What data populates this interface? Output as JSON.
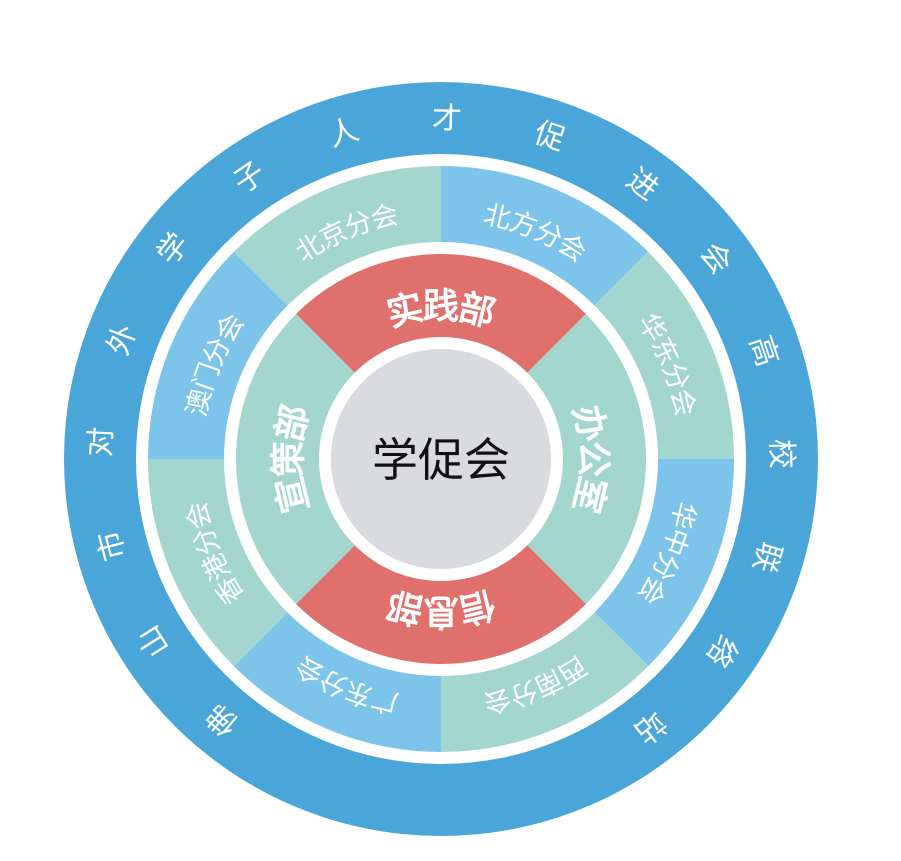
{
  "outer_ring_text": "佛山市对外学子人才促进会高校联络站",
  "branches": [
    {
      "name": "北京分会",
      "color": "#a3d6cf"
    },
    {
      "name": "北方分会",
      "color": "#7cc4ea"
    },
    {
      "name": "华东分会",
      "color": "#a3d6cf"
    },
    {
      "name": "华中分会",
      "color": "#7cc4ea"
    },
    {
      "name": "西南分会",
      "color": "#a3d6cf"
    },
    {
      "name": "广东分会",
      "color": "#7cc4ea"
    },
    {
      "name": "香港分会",
      "color": "#a3d6cf"
    },
    {
      "name": "澳门分会",
      "color": "#7cc4ea"
    }
  ],
  "departments": [
    {
      "name": "实践部",
      "color": "#e0706c"
    },
    {
      "name": "办公室",
      "color": "#a3d6cf"
    },
    {
      "name": "信息部",
      "color": "#e0706c"
    },
    {
      "name": "宣策部",
      "color": "#a3d6cf"
    }
  ],
  "center": {
    "label": "学促会"
  },
  "colors": {
    "outer_ring": "#4aa6d8",
    "white_gap": "#ffffff",
    "center_fill": "#d9dbde"
  }
}
